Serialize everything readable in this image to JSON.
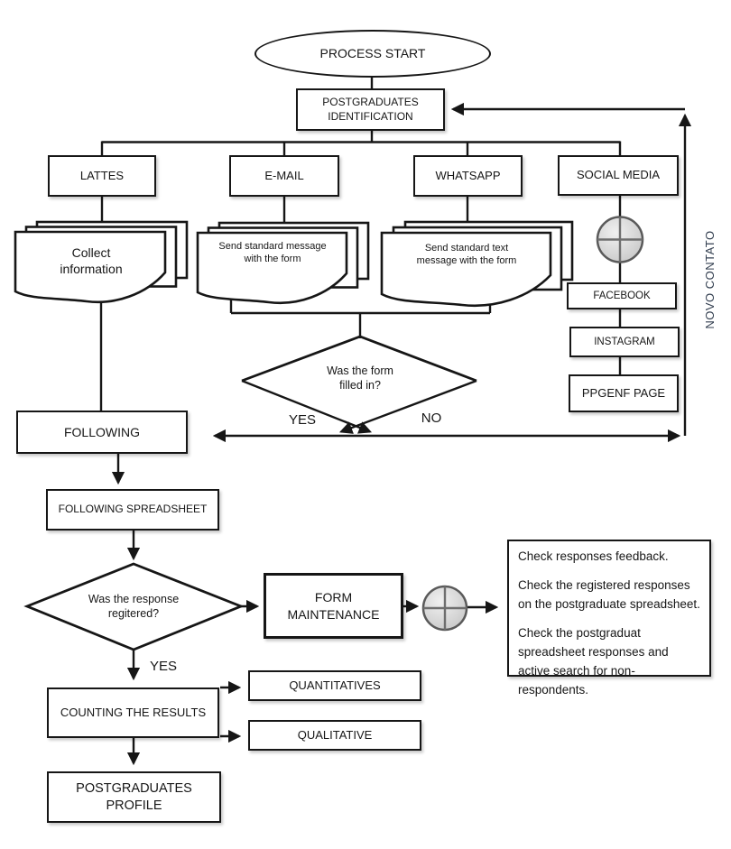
{
  "nodes": {
    "process_start": "PROCESS START",
    "postgraduates_identification": "POSTGRADUATES IDENTIFICATION",
    "lattes": "LATTES",
    "email": "E-MAIL",
    "whatsapp": "WHATSAPP",
    "social_media": "SOCIAL MEDIA",
    "collect_information": "Collect information",
    "send_standard_message": "Send standard message with the form",
    "send_standard_text": "Send standard text message with the form",
    "facebook": "FACEBOOK",
    "instagram": "INSTAGRAM",
    "ppgenf_page": "PPGENF PAGE",
    "form_filled_question": "Was the form filled in?",
    "following": "FOLLOWING",
    "following_spreadsheet": "FOLLOWING SPREADSHEET",
    "response_registered_question": "Was the response regitered?",
    "form_maintenance": "FORM MAINTENANCE",
    "counting_the_results": "COUNTING THE RESULTS",
    "quantitatives": "QUANTITATIVES",
    "qualitative": "QUALITATIVE",
    "postgraduates_profile": "POSTGRADUATES PROFILE"
  },
  "branch_labels": {
    "yes_form": "YES",
    "no_form": "NO",
    "yes_response": "YES"
  },
  "side_label": {
    "novo_contato": "NOVO CONTATO"
  },
  "notes": {
    "line1": "Check responses feedback.",
    "line2": "Check the registered responses on the postgraduate spreadsheet.",
    "line3": "Check the postgraduat spreadsheet responses and active search for non-respondents."
  },
  "colors": {
    "line": "#161616",
    "connector_circle_fill": "#d9d9d9",
    "connector_circle_stroke": "#5a5a5a",
    "side_label_color": "#333f50"
  }
}
